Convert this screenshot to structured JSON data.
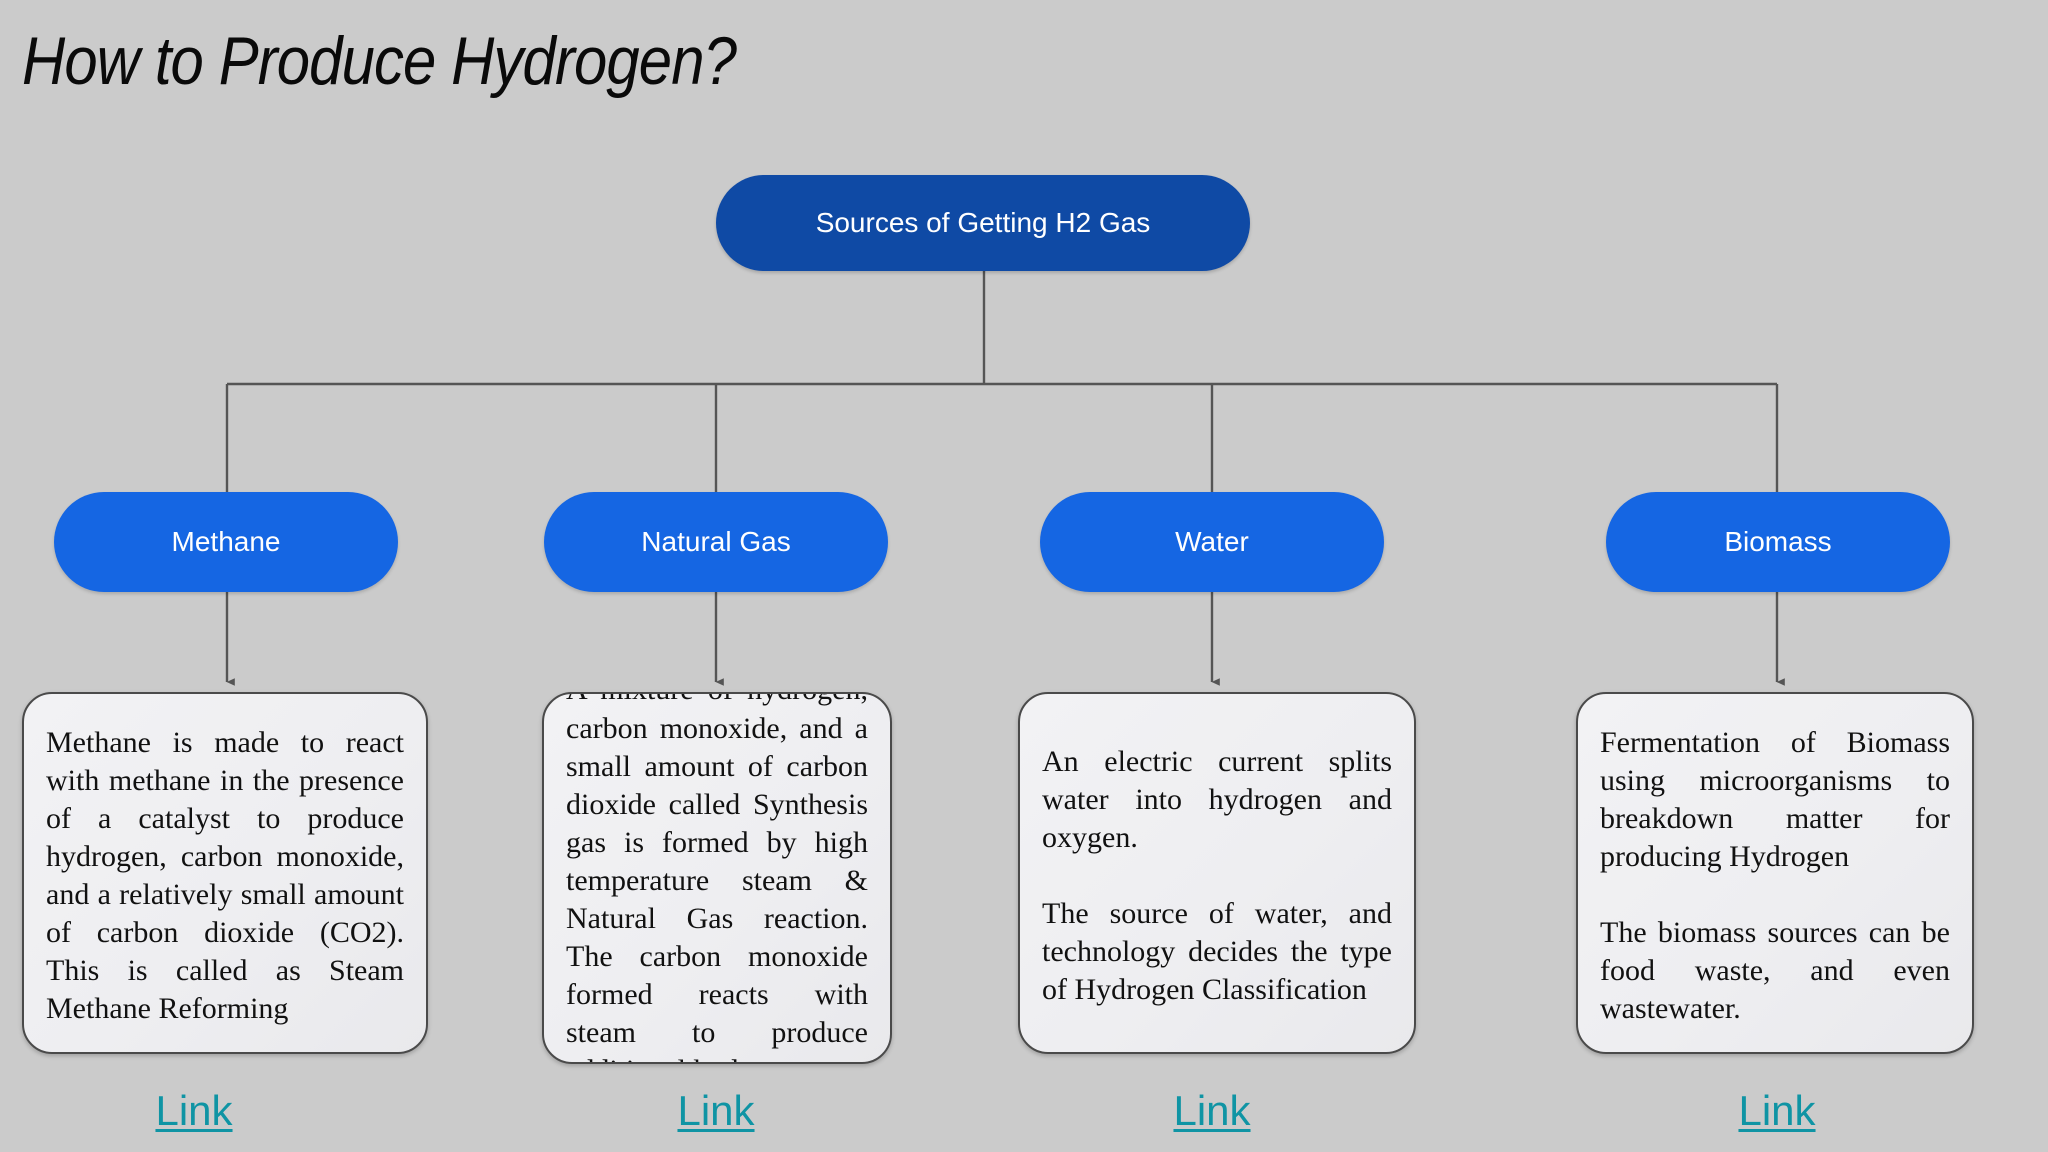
{
  "page": {
    "title": "How to Produce Hydrogen?",
    "background_color": "#cbcbcb"
  },
  "colors": {
    "root_node": "#0f4aa5",
    "child_node": "#1566e3",
    "node_text": "#ffffff",
    "card_background": "#eeeef1",
    "card_border": "#4a4a4a",
    "connector": "#555555",
    "link": "#0f94a4"
  },
  "diagram": {
    "type": "tree",
    "root": {
      "label": "Sources of Getting H2 Gas"
    },
    "branches": [
      {
        "node_label": "Methane",
        "paragraphs": [
          "Methane is made to react with methane in the presence of a catalyst to produce hydrogen, carbon monoxide, and a relatively small amount of carbon dioxide (CO2). This is called as Steam Methane Reforming"
        ],
        "link_label": "Link"
      },
      {
        "node_label": "Natural Gas",
        "paragraphs": [
          "A mixture of hydrogen, carbon monoxide, and a small amount of carbon dioxide called Synthesis gas is formed by high temperature steam & Natural Gas reaction. The carbon monoxide formed reacts with steam to produce additional hydrogen."
        ],
        "link_label": "Link"
      },
      {
        "node_label": "Water",
        "paragraphs": [
          "An electric current splits water into hydrogen and oxygen.",
          "The source of water, and technology decides the type of Hydrogen Classification"
        ],
        "link_label": "Link"
      },
      {
        "node_label": "Biomass",
        "paragraphs": [
          "Fermentation of Biomass using microorganisms to breakdown matter for producing Hydrogen",
          "The biomass sources can be food waste, and even wastewater."
        ],
        "link_label": "Link"
      }
    ]
  }
}
